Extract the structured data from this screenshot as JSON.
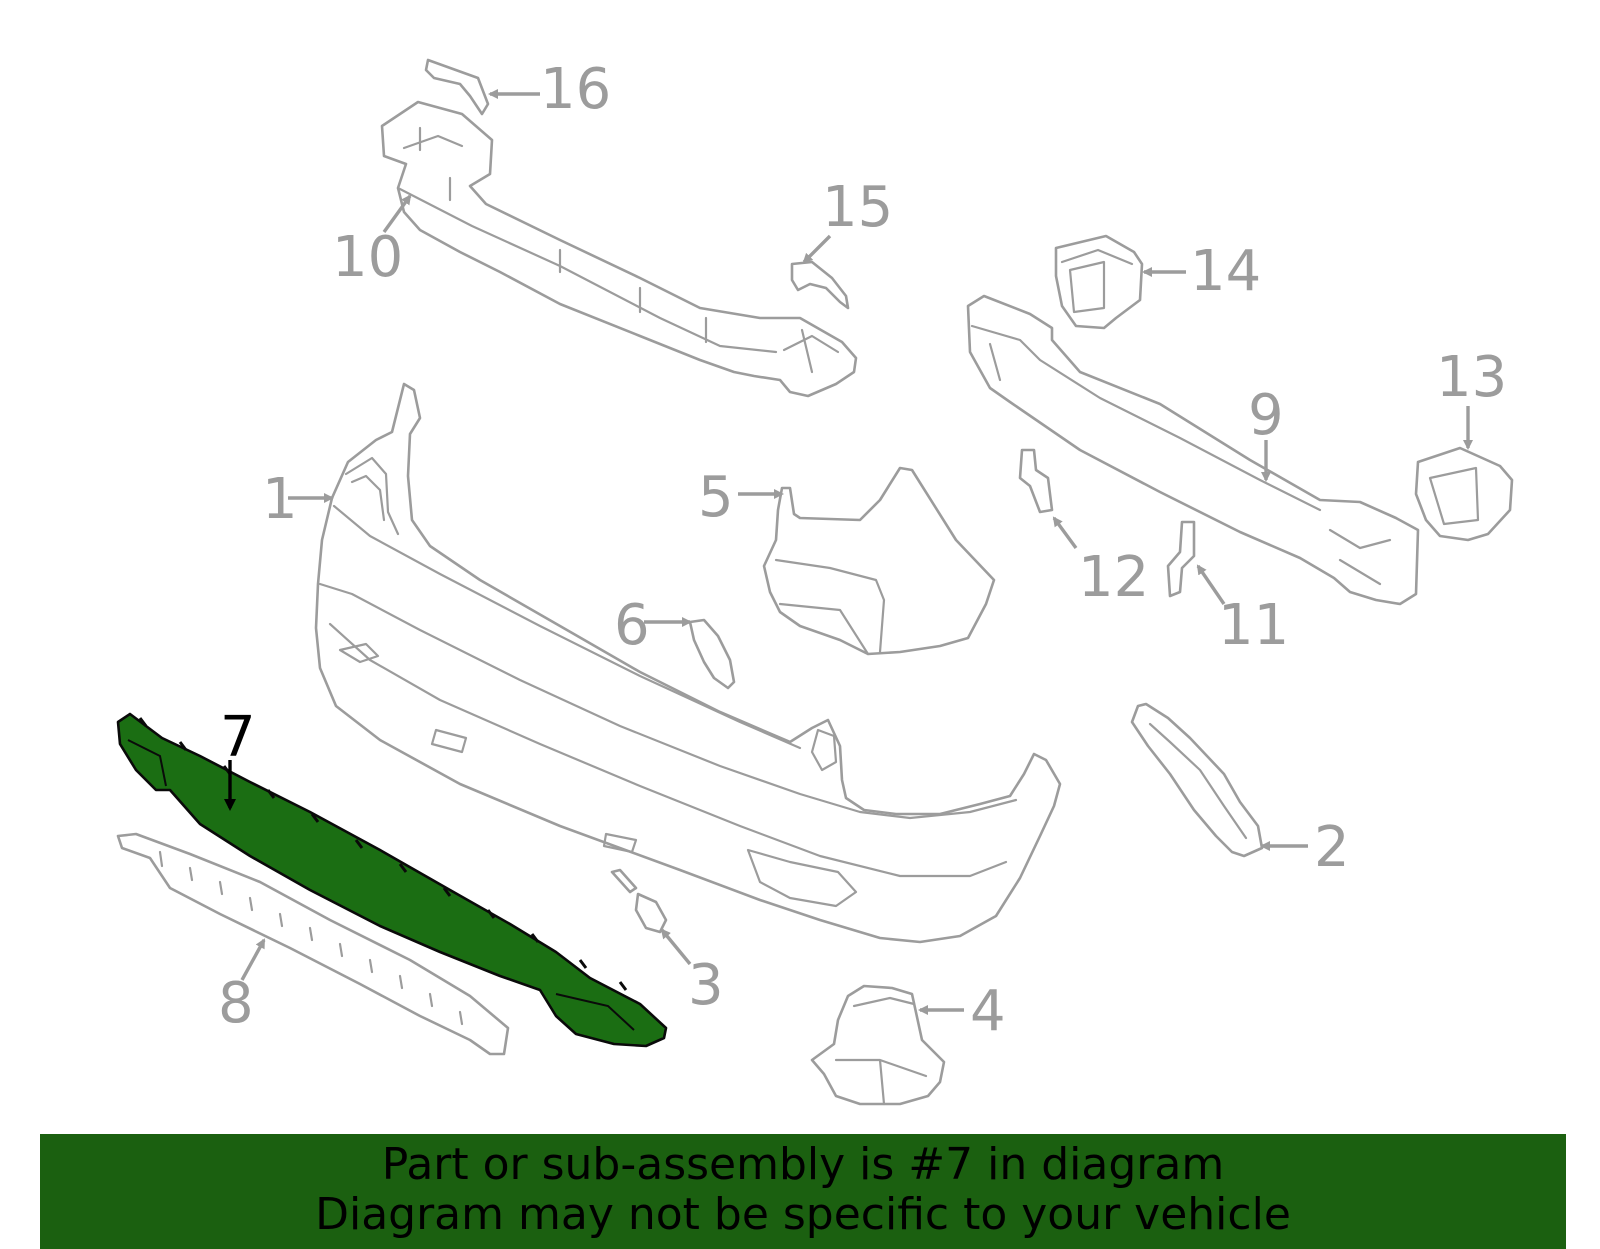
{
  "diagram": {
    "highlight_color": "#1b6e13",
    "line_color": "#9c9c9c",
    "callouts": [
      "1",
      "2",
      "3",
      "4",
      "5",
      "6",
      "7",
      "8",
      "9",
      "10",
      "11",
      "12",
      "13",
      "14",
      "15",
      "16"
    ],
    "highlighted_callout": "7"
  },
  "banner": {
    "background": "#1b6010",
    "line1": "Part or sub-assembly is #7 in diagram",
    "line2": "Diagram may not be specific to your vehicle"
  }
}
